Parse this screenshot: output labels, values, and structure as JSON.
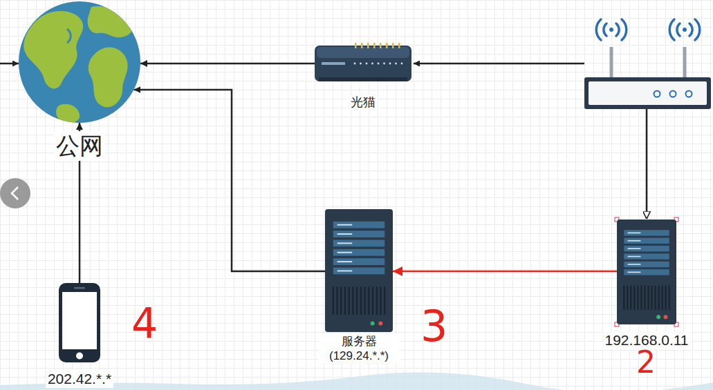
{
  "diagram": {
    "nodes": [
      {
        "text": [
          "公网"
        ]
      },
      {
        "text": [
          "光猫"
        ]
      },
      {
        "text": [
          "服务器 (129.24.*.*)"
        ]
      },
      {
        "text": [
          "192.168.0.11"
        ]
      },
      {
        "text": [
          "202.42.*.*"
        ]
      }
    ],
    "edges": [
      {
        "from": 1,
        "to": 0,
        "arrow": "to"
      },
      {
        "from": 2,
        "to": 0,
        "arrow": "to"
      },
      {
        "from": 3,
        "to": 2,
        "arrow": "to"
      },
      {
        "from": 4,
        "to": 0,
        "arrow": "to"
      }
    ],
    "labels": [
      "4",
      "3",
      "2"
    ]
  }
}
